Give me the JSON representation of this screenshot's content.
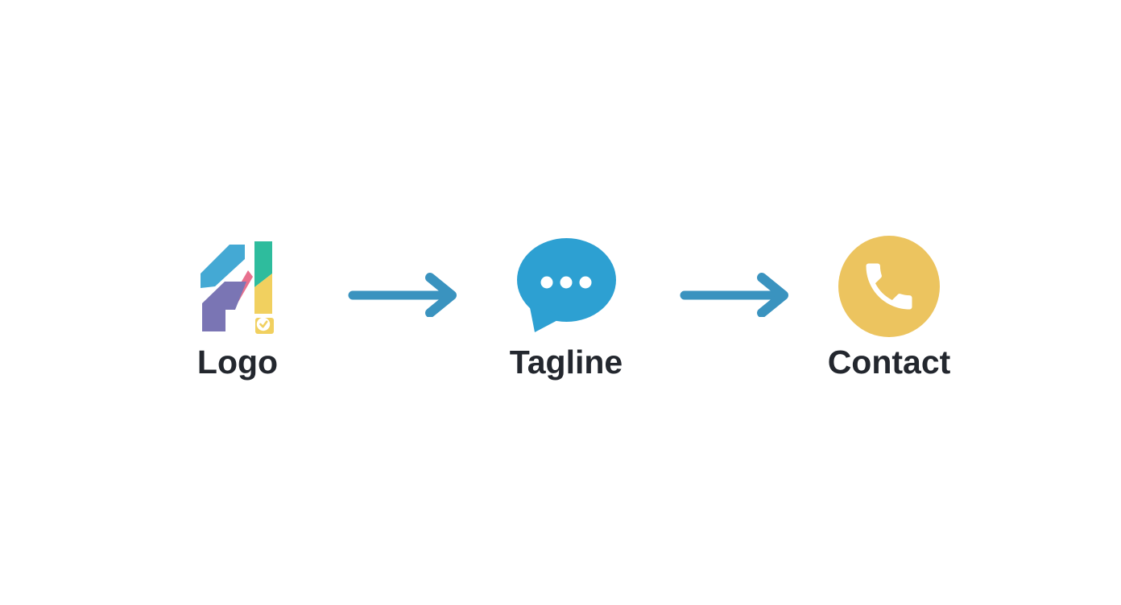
{
  "diagram": {
    "steps": [
      {
        "id": "logo",
        "label": "Logo",
        "icon": "brand-logo-icon"
      },
      {
        "id": "tagline",
        "label": "Tagline",
        "icon": "speech-bubble-icon"
      },
      {
        "id": "contact",
        "label": "Contact",
        "icon": "phone-icon"
      }
    ],
    "connectors": [
      {
        "type": "arrow-right"
      },
      {
        "type": "arrow-right"
      }
    ]
  },
  "colors": {
    "background": "#ffffff",
    "label_text": "#23272e",
    "arrow": "#3a93bf",
    "speech_bubble": "#2da0d2",
    "bubble_dots": "#ffffff",
    "contact_circle": "#ecc45f",
    "phone_glyph": "#ffffff",
    "logo_blue": "#44a9d4",
    "logo_pink": "#e8708e",
    "logo_purple": "#7a75b4",
    "logo_teal": "#2ebc9d",
    "logo_yellow": "#f1d05f",
    "check_mark": "#f1d05f",
    "check_badge": "#ffffff"
  }
}
